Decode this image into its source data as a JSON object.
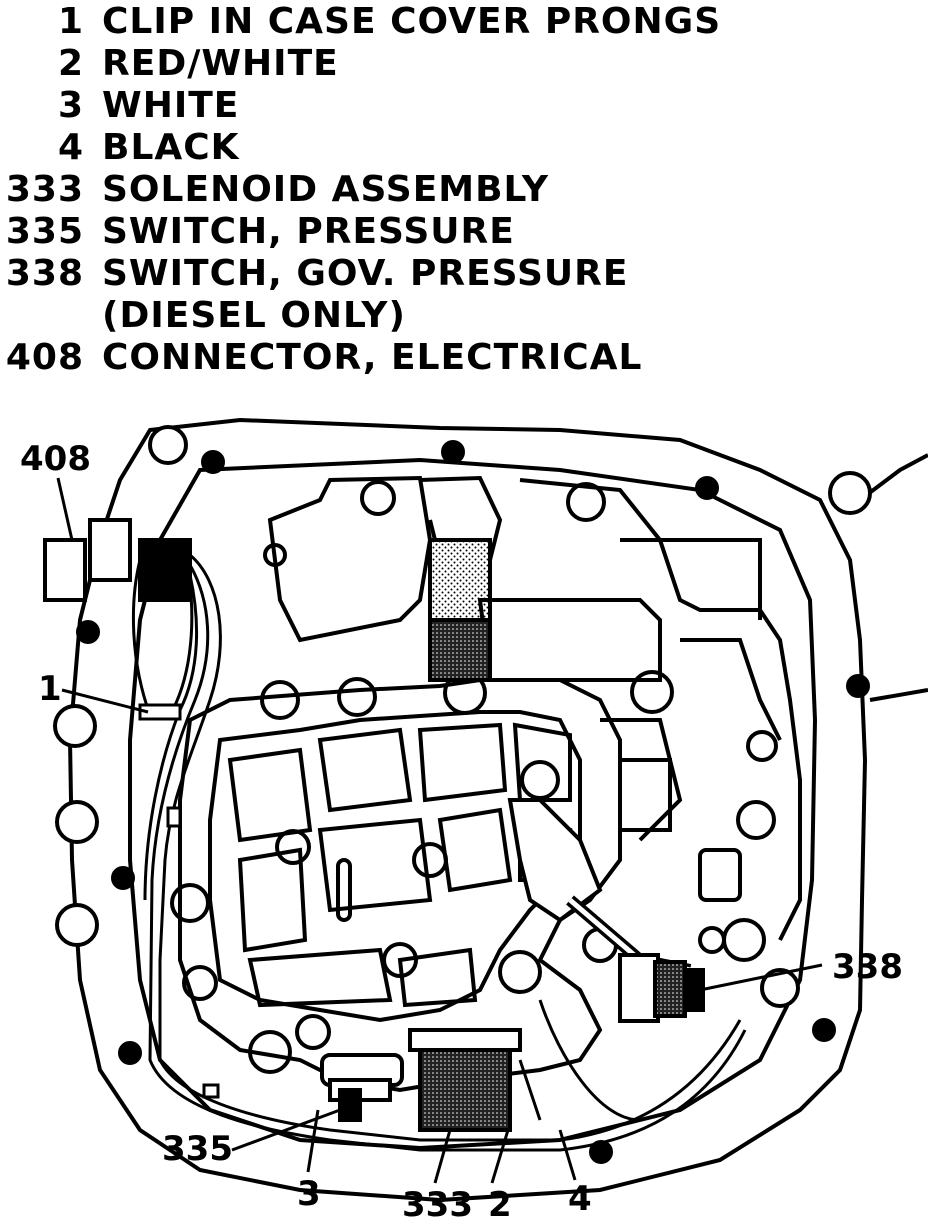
{
  "legend": [
    {
      "num": "1",
      "text": "CLIP IN CASE COVER PRONGS"
    },
    {
      "num": "2",
      "text": "RED/WHITE"
    },
    {
      "num": "3",
      "text": "WHITE"
    },
    {
      "num": "4",
      "text": "BLACK"
    },
    {
      "num": "333",
      "text": "SOLENOID ASSEMBLY"
    },
    {
      "num": "335",
      "text": "SWITCH, PRESSURE"
    },
    {
      "num": "338",
      "text": "SWITCH, GOV. PRESSURE"
    },
    {
      "num": "",
      "text": "(DIESEL ONLY)"
    },
    {
      "num": "408",
      "text": "CONNECTOR, ELECTRICAL"
    }
  ],
  "callouts": {
    "c408": "408",
    "c1": "1",
    "c338": "338",
    "c335": "335",
    "c3": "3",
    "c333": "333",
    "c2": "2",
    "c4": "4"
  }
}
